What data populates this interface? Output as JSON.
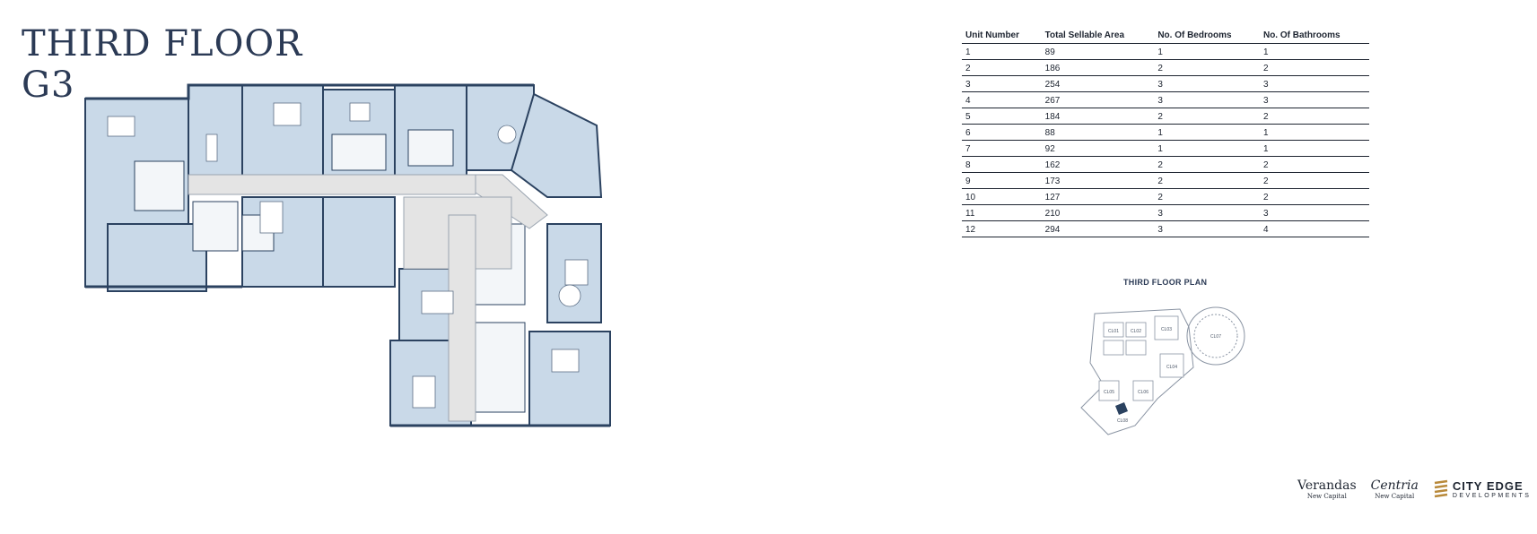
{
  "title": {
    "line1": "THIRD FLOOR",
    "line2": "G3"
  },
  "table": {
    "headers": [
      "Unit Number",
      "Total Sellable Area",
      "No. Of Bedrooms",
      "No. Of Bathrooms"
    ],
    "rows": [
      [
        "1",
        "89",
        "1",
        "1"
      ],
      [
        "2",
        "186",
        "2",
        "2"
      ],
      [
        "3",
        "254",
        "3",
        "3"
      ],
      [
        "4",
        "267",
        "3",
        "3"
      ],
      [
        "5",
        "184",
        "2",
        "2"
      ],
      [
        "6",
        "88",
        "1",
        "1"
      ],
      [
        "7",
        "92",
        "1",
        "1"
      ],
      [
        "8",
        "162",
        "2",
        "2"
      ],
      [
        "9",
        "173",
        "2",
        "2"
      ],
      [
        "10",
        "127",
        "2",
        "2"
      ],
      [
        "11",
        "210",
        "3",
        "3"
      ],
      [
        "12",
        "294",
        "3",
        "4"
      ]
    ]
  },
  "mini_plan": {
    "title": "THIRD FLOOR PLAN",
    "labels": [
      "CL01",
      "CL02",
      "CL03",
      "CL04",
      "CL05",
      "CL06",
      "CL07",
      "CL08"
    ]
  },
  "logos": {
    "verandas": "Verandas",
    "verandas_sub": "New Capital",
    "centria": "Centria",
    "centria_sub": "New Capital",
    "city_edge": "CITY EDGE",
    "city_edge_sub": "DEVELOPMENTS"
  },
  "colors": {
    "unit_fill": "#c9d9e8",
    "wall": "#2b4260",
    "corridor": "#e4e4e4",
    "title": "#2b3a55",
    "highlight": "#2b4260"
  }
}
